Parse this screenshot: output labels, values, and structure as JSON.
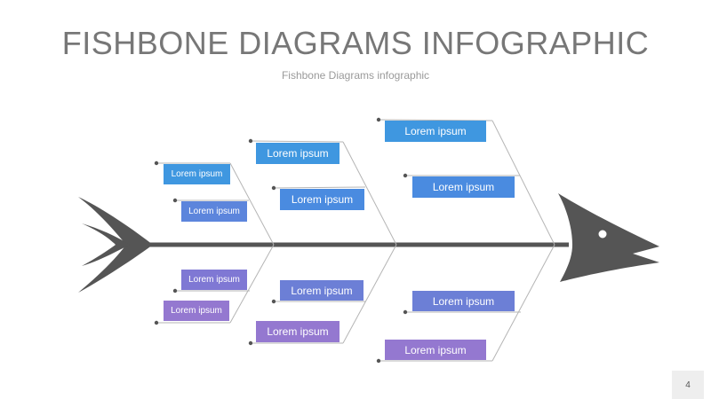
{
  "title": "FISHBONE DIAGRAMS INFOGRAPHIC",
  "subtitle": "Fishbone Diagrams infographic",
  "page_number": "4",
  "colors": {
    "spine": "#555555",
    "bone_line": "#b5b5b5",
    "blue_1": "#3f97e0",
    "blue_2": "#4a8be0",
    "blue_3": "#5c85dc",
    "indigo": "#6c7fd6",
    "violet": "#7f78d4",
    "purple": "#9478d0"
  },
  "labels": [
    {
      "text": "Lorem ipsum",
      "color": "blue_1"
    },
    {
      "text": "Lorem ipsum",
      "color": "blue_2"
    },
    {
      "text": "Lorem ipsum",
      "color": "blue_1"
    },
    {
      "text": "Lorem ipsum",
      "color": "blue_2"
    },
    {
      "text": "Lorem ipsum",
      "color": "blue_1"
    },
    {
      "text": "Lorem ipsum",
      "color": "blue_3"
    },
    {
      "text": "Lorem ipsum",
      "color": "violet"
    },
    {
      "text": "Lorem ipsum",
      "color": "purple"
    },
    {
      "text": "Lorem ipsum",
      "color": "indigo"
    },
    {
      "text": "Lorem ipsum",
      "color": "purple"
    },
    {
      "text": "Lorem ipsum",
      "color": "indigo"
    },
    {
      "text": "Lorem ipsum",
      "color": "purple"
    }
  ]
}
